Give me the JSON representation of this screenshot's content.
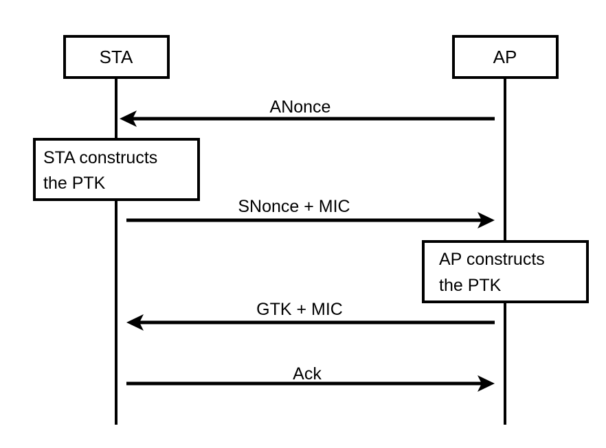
{
  "diagram": {
    "type": "sequence",
    "title": "",
    "actors": [
      {
        "id": "sta",
        "label": "STA"
      },
      {
        "id": "ap",
        "label": "AP"
      }
    ],
    "messages": [
      {
        "from": "ap",
        "to": "sta",
        "label": "ANonce"
      },
      {
        "from": "sta",
        "to": "ap",
        "label": "SNonce + MIC"
      },
      {
        "from": "ap",
        "to": "sta",
        "label": "GTK + MIC"
      },
      {
        "from": "sta",
        "to": "ap",
        "label": "Ack"
      }
    ],
    "notes": [
      {
        "actor": "sta",
        "lines": [
          "STA constructs",
          "the PTK"
        ]
      },
      {
        "actor": "ap",
        "lines": [
          "AP constructs",
          "the PTK"
        ]
      }
    ],
    "colors": {
      "stroke": "#000000",
      "background": "#ffffff",
      "text": "#000000"
    }
  }
}
